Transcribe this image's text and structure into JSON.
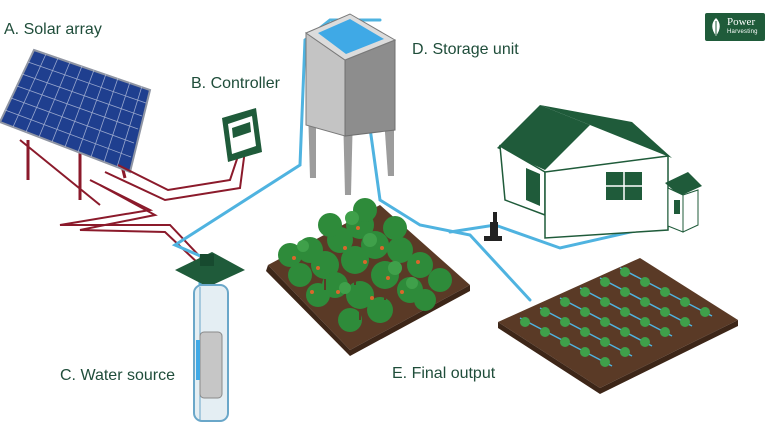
{
  "labels": {
    "solar_array": "A. Solar array",
    "controller": "B. Controller",
    "water_source": "C. Water source",
    "storage_unit": "D. Storage unit",
    "final_output": "E. Final output"
  },
  "logo": {
    "brand": "Power",
    "sub": "Harvesting"
  },
  "colors": {
    "label_text": "#1f4d3a",
    "pipe_water": "#4fb3e0",
    "wire": "#8b1a2b",
    "dark_green": "#1f5b3a",
    "soil": "#5a3a26",
    "tank_metal": "#a9a9a9",
    "tank_water": "#3fa9e6",
    "panel_blue": "#1f3f8f"
  }
}
